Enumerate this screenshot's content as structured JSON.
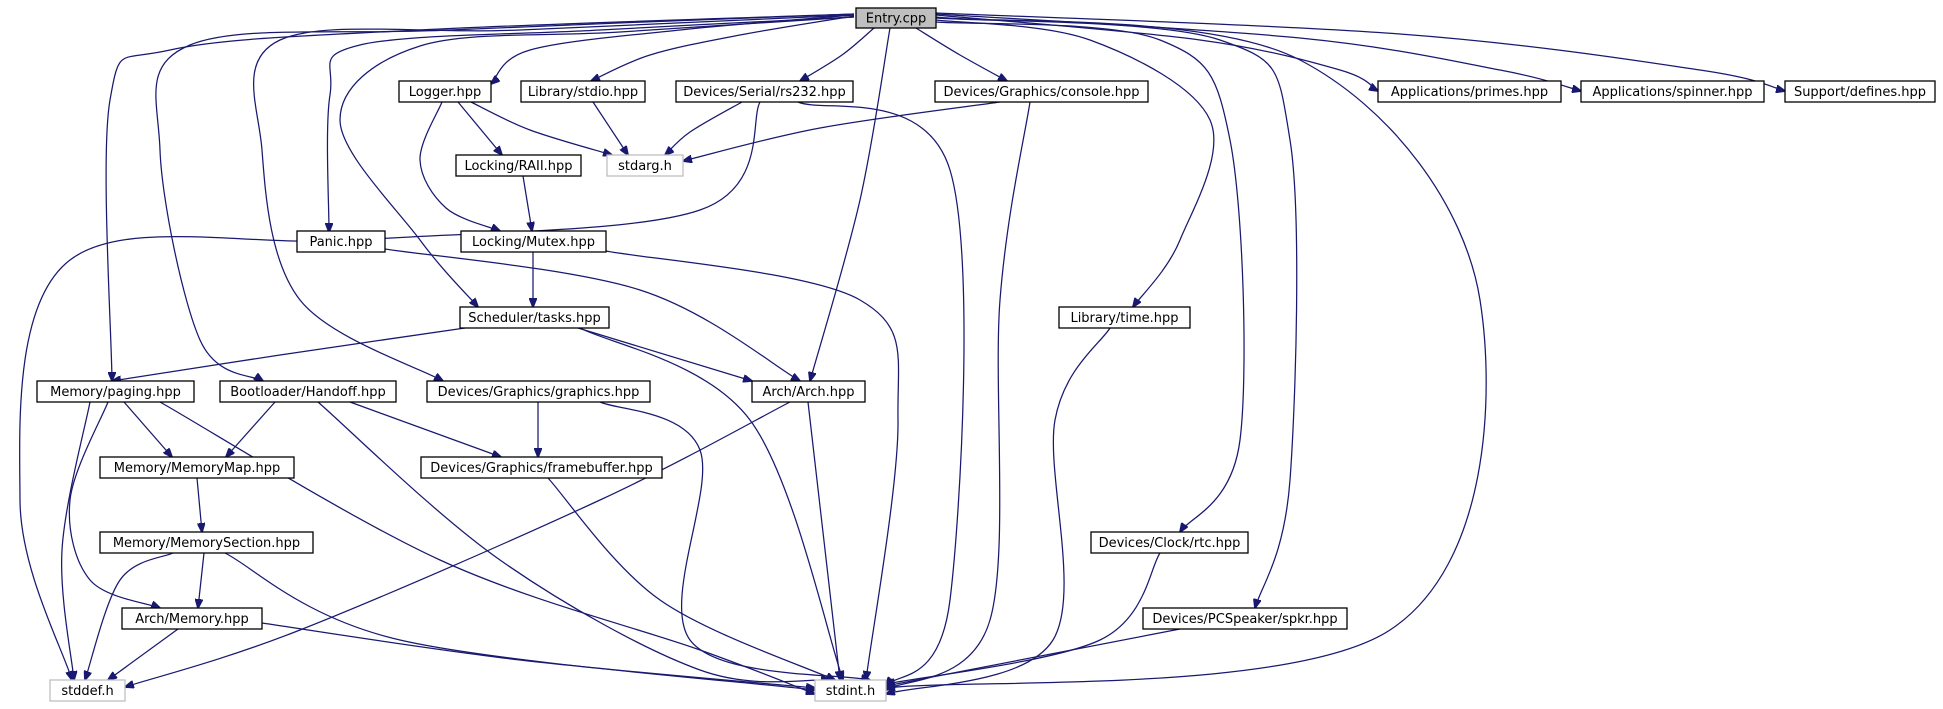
{
  "diagram": {
    "root": "entry",
    "nodes": [
      {
        "id": "entry",
        "label": "Entry.cpp",
        "kind": "root"
      },
      {
        "id": "logger",
        "label": "Logger.hpp",
        "kind": "header"
      },
      {
        "id": "libstdio",
        "label": "Library/stdio.hpp",
        "kind": "header"
      },
      {
        "id": "rs232",
        "label": "Devices/Serial/rs232.hpp",
        "kind": "header"
      },
      {
        "id": "console",
        "label": "Devices/Graphics/console.hpp",
        "kind": "header"
      },
      {
        "id": "primes",
        "label": "Applications/primes.hpp",
        "kind": "header"
      },
      {
        "id": "spinner",
        "label": "Applications/spinner.hpp",
        "kind": "header"
      },
      {
        "id": "defines",
        "label": "Support/defines.hpp",
        "kind": "header"
      },
      {
        "id": "stdarg",
        "label": "stdarg.h",
        "kind": "external"
      },
      {
        "id": "raii",
        "label": "Locking/RAII.hpp",
        "kind": "header"
      },
      {
        "id": "panic",
        "label": "Panic.hpp",
        "kind": "header"
      },
      {
        "id": "mutex",
        "label": "Locking/Mutex.hpp",
        "kind": "header"
      },
      {
        "id": "tasks",
        "label": "Scheduler/tasks.hpp",
        "kind": "header"
      },
      {
        "id": "time",
        "label": "Library/time.hpp",
        "kind": "header"
      },
      {
        "id": "paging",
        "label": "Memory/paging.hpp",
        "kind": "header"
      },
      {
        "id": "handoff",
        "label": "Bootloader/Handoff.hpp",
        "kind": "header"
      },
      {
        "id": "graphics",
        "label": "Devices/Graphics/graphics.hpp",
        "kind": "header"
      },
      {
        "id": "arch",
        "label": "Arch/Arch.hpp",
        "kind": "header"
      },
      {
        "id": "memmap",
        "label": "Memory/MemoryMap.hpp",
        "kind": "header"
      },
      {
        "id": "framebuffer",
        "label": "Devices/Graphics/framebuffer.hpp",
        "kind": "header"
      },
      {
        "id": "memsection",
        "label": "Memory/MemorySection.hpp",
        "kind": "header"
      },
      {
        "id": "rtc",
        "label": "Devices/Clock/rtc.hpp",
        "kind": "header"
      },
      {
        "id": "archmem",
        "label": "Arch/Memory.hpp",
        "kind": "header"
      },
      {
        "id": "spkr",
        "label": "Devices/PCSpeaker/spkr.hpp",
        "kind": "header"
      },
      {
        "id": "stddef",
        "label": "stddef.h",
        "kind": "external"
      },
      {
        "id": "stdint",
        "label": "stdint.h",
        "kind": "external"
      }
    ],
    "edges": [
      {
        "from": "entry",
        "to": "logger"
      },
      {
        "from": "entry",
        "to": "libstdio"
      },
      {
        "from": "entry",
        "to": "rs232"
      },
      {
        "from": "entry",
        "to": "console"
      },
      {
        "from": "entry",
        "to": "primes"
      },
      {
        "from": "entry",
        "to": "spinner"
      },
      {
        "from": "entry",
        "to": "defines"
      },
      {
        "from": "entry",
        "to": "panic"
      },
      {
        "from": "entry",
        "to": "tasks"
      },
      {
        "from": "entry",
        "to": "time"
      },
      {
        "from": "entry",
        "to": "paging"
      },
      {
        "from": "entry",
        "to": "handoff"
      },
      {
        "from": "entry",
        "to": "graphics"
      },
      {
        "from": "entry",
        "to": "arch"
      },
      {
        "from": "entry",
        "to": "rtc"
      },
      {
        "from": "entry",
        "to": "spkr"
      },
      {
        "from": "entry",
        "to": "stdint"
      },
      {
        "from": "logger",
        "to": "stdarg"
      },
      {
        "from": "logger",
        "to": "raii"
      },
      {
        "from": "logger",
        "to": "mutex"
      },
      {
        "from": "libstdio",
        "to": "stdarg"
      },
      {
        "from": "rs232",
        "to": "stdarg"
      },
      {
        "from": "rs232",
        "to": "stddef"
      },
      {
        "from": "rs232",
        "to": "stdint"
      },
      {
        "from": "console",
        "to": "stdarg"
      },
      {
        "from": "console",
        "to": "stdint"
      },
      {
        "from": "raii",
        "to": "mutex"
      },
      {
        "from": "panic",
        "to": "arch"
      },
      {
        "from": "mutex",
        "to": "tasks"
      },
      {
        "from": "mutex",
        "to": "stdint"
      },
      {
        "from": "tasks",
        "to": "paging"
      },
      {
        "from": "tasks",
        "to": "arch"
      },
      {
        "from": "tasks",
        "to": "stdint"
      },
      {
        "from": "time",
        "to": "stdint"
      },
      {
        "from": "paging",
        "to": "memmap"
      },
      {
        "from": "paging",
        "to": "archmem"
      },
      {
        "from": "paging",
        "to": "stddef"
      },
      {
        "from": "paging",
        "to": "stdint"
      },
      {
        "from": "handoff",
        "to": "memmap"
      },
      {
        "from": "handoff",
        "to": "framebuffer"
      },
      {
        "from": "handoff",
        "to": "stdint"
      },
      {
        "from": "graphics",
        "to": "framebuffer"
      },
      {
        "from": "graphics",
        "to": "stdint"
      },
      {
        "from": "arch",
        "to": "stddef"
      },
      {
        "from": "arch",
        "to": "stdint"
      },
      {
        "from": "memmap",
        "to": "memsection"
      },
      {
        "from": "framebuffer",
        "to": "stdint"
      },
      {
        "from": "memsection",
        "to": "archmem"
      },
      {
        "from": "memsection",
        "to": "stddef"
      },
      {
        "from": "memsection",
        "to": "stdint"
      },
      {
        "from": "rtc",
        "to": "stdint"
      },
      {
        "from": "archmem",
        "to": "stddef"
      },
      {
        "from": "archmem",
        "to": "stdint"
      },
      {
        "from": "spkr",
        "to": "stdint"
      }
    ]
  },
  "colors": {
    "edge": "#191970",
    "node_border": "#000000",
    "root_fill": "#bfbfbf",
    "external_border": "#bfbfbf",
    "background": "#ffffff"
  }
}
